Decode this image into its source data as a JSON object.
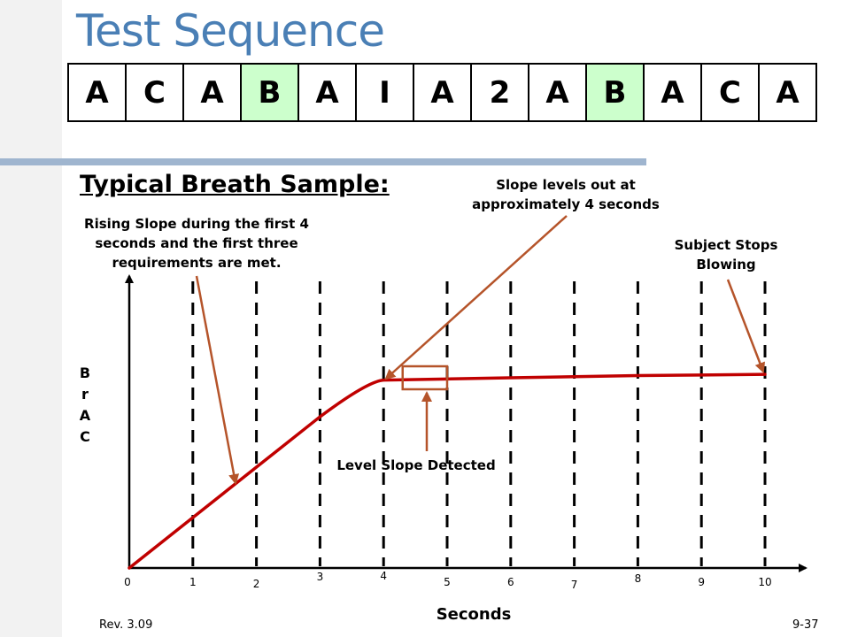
{
  "title": "Test Sequence",
  "sequence": [
    {
      "letter": "A",
      "highlight": false
    },
    {
      "letter": "C",
      "highlight": false
    },
    {
      "letter": "A",
      "highlight": false
    },
    {
      "letter": "B",
      "highlight": true
    },
    {
      "letter": "A",
      "highlight": false
    },
    {
      "letter": "I",
      "highlight": false
    },
    {
      "letter": "A",
      "highlight": false
    },
    {
      "letter": "2",
      "highlight": false
    },
    {
      "letter": "A",
      "highlight": false
    },
    {
      "letter": "B",
      "highlight": true
    },
    {
      "letter": "A",
      "highlight": false
    },
    {
      "letter": "C",
      "highlight": false
    },
    {
      "letter": "A",
      "highlight": false
    }
  ],
  "section_heading": "Typical Breath Sample:",
  "callouts": {
    "rising": "Rising Slope during the first 4 seconds and the first three requirements are met.",
    "level_out": "Slope levels out at approximately 4 seconds",
    "stops": "Subject Stops Blowing",
    "detected": "Level Slope Detected"
  },
  "y_axis_letters": [
    "B",
    "r",
    "A",
    "C"
  ],
  "x_axis_label": "Seconds",
  "footer": {
    "rev": "Rev. 3.09",
    "page": "9-37"
  },
  "colors": {
    "curve": "#c00000",
    "arrow": "#b5542a",
    "highlight_cell": "#ccffcc",
    "title": "#4a7fb5"
  },
  "chart_data": {
    "type": "line",
    "x_ticks": [
      0,
      1,
      2,
      3,
      4,
      5,
      6,
      7,
      8,
      9,
      10
    ],
    "tick_labels": [
      "0",
      "1",
      "2",
      "3",
      "4",
      "5",
      "6",
      "7",
      "8",
      "9",
      "10"
    ],
    "dashed_lines_at": [
      1,
      2,
      3,
      4,
      5,
      6,
      7,
      8,
      9,
      10
    ],
    "curve": [
      [
        0,
        0
      ],
      [
        1,
        0.22
      ],
      [
        2,
        0.44
      ],
      [
        3,
        0.66
      ],
      [
        3.6,
        0.79
      ],
      [
        4,
        0.82
      ],
      [
        5,
        0.825
      ],
      [
        6,
        0.83
      ],
      [
        7,
        0.835
      ],
      [
        8,
        0.84
      ],
      [
        9,
        0.842
      ],
      [
        10,
        0.845
      ]
    ],
    "detection_box_x": [
      4.3,
      5
    ]
  }
}
